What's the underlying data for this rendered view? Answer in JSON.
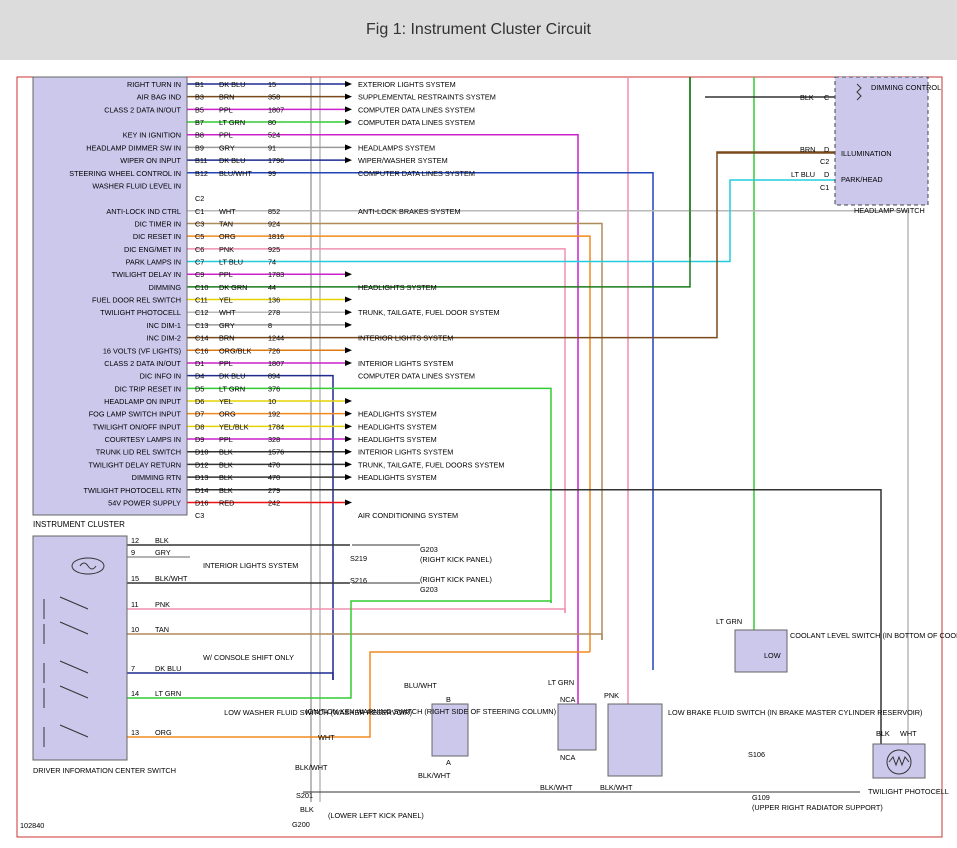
{
  "figure": {
    "title": "Fig 1: Instrument Cluster Circuit",
    "code": "102840"
  },
  "colors": {
    "DK BLU": "#1f2a8f",
    "BRN": "#7a4a1a",
    "PPL": "#cc22cc",
    "LT GRN": "#33cc33",
    "GRY": "#9a9a9a",
    "BLU/WHT": "#2244bb",
    "WHT": "#b8b8b8",
    "TAN": "#b08a5a",
    "ORG": "#f08a1e",
    "PNK": "#f090b0",
    "LT BLU": "#22ccdd",
    "DK GRN": "#1a7a1a",
    "YEL": "#e6d200",
    "ORG/BLK": "#e07a10",
    "YEL/BLK": "#e6d200",
    "BLK": "#333333",
    "RED": "#ee1111",
    "BLK/WHT": "#333333",
    "frame": "#cc3333"
  },
  "cluster": {
    "title": "INSTRUMENT CLUSTER",
    "pins": [
      {
        "name": "RIGHT TURN IN",
        "pin": "B1",
        "color": "DK BLU",
        "circuit": "15",
        "dest": "EXTERIOR LIGHTS SYSTEM"
      },
      {
        "name": "AIR BAG IND",
        "pin": "B3",
        "color": "BRN",
        "circuit": "358",
        "dest": "SUPPLEMENTAL RESTRAINTS SYSTEM"
      },
      {
        "name": "CLASS 2 DATA IN/OUT",
        "pin": "B5",
        "color": "PPL",
        "circuit": "1807",
        "dest": "COMPUTER DATA LINES SYSTEM"
      },
      {
        "name": "",
        "pin": "B7",
        "color": "LT GRN",
        "circuit": "80",
        "dest": "COMPUTER DATA LINES SYSTEM"
      },
      {
        "name": "KEY IN IGNITION",
        "pin": "B8",
        "color": "PPL",
        "circuit": "524",
        "dest": ""
      },
      {
        "name": "HEADLAMP DIMMER SW IN",
        "pin": "B9",
        "color": "GRY",
        "circuit": "91",
        "dest": "HEADLAMPS SYSTEM"
      },
      {
        "name": "WIPER ON INPUT",
        "pin": "B11",
        "color": "DK BLU",
        "circuit": "1796",
        "dest": "WIPER/WASHER SYSTEM"
      },
      {
        "name": "STEERING WHEEL CONTROL IN",
        "pin": "B12",
        "color": "BLU/WHT",
        "circuit": "99",
        "dest": "COMPUTER DATA LINES SYSTEM"
      },
      {
        "name": "WASHER FLUID LEVEL IN",
        "pin": "",
        "color": "",
        "circuit": "",
        "dest": ""
      },
      {
        "name": "",
        "pin": "C2",
        "color": "",
        "circuit": "",
        "dest": ""
      },
      {
        "name": "ANTI-LOCK IND CTRL",
        "pin": "C1",
        "color": "WHT",
        "circuit": "852",
        "dest": "ANTI-LOCK BRAKES SYSTEM"
      },
      {
        "name": "DIC TIMER IN",
        "pin": "C3",
        "color": "TAN",
        "circuit": "924",
        "dest": ""
      },
      {
        "name": "DIC RESET IN",
        "pin": "C5",
        "color": "ORG",
        "circuit": "1816",
        "dest": ""
      },
      {
        "name": "DIC ENG/MET IN",
        "pin": "C6",
        "color": "PNK",
        "circuit": "925",
        "dest": ""
      },
      {
        "name": "PARK LAMPS IN",
        "pin": "C7",
        "color": "LT BLU",
        "circuit": "74",
        "dest": ""
      },
      {
        "name": "TWILIGHT DELAY IN",
        "pin": "C9",
        "color": "PPL",
        "circuit": "1783",
        "dest": ""
      },
      {
        "name": "DIMMING",
        "pin": "C10",
        "color": "DK GRN",
        "circuit": "44",
        "dest": "HEADLIGHTS SYSTEM"
      },
      {
        "name": "FUEL DOOR REL SWITCH",
        "pin": "C11",
        "color": "YEL",
        "circuit": "136",
        "dest": ""
      },
      {
        "name": "TWILIGHT PHOTOCELL",
        "pin": "C12",
        "color": "WHT",
        "circuit": "278",
        "dest": "TRUNK, TAILGATE, FUEL DOOR SYSTEM"
      },
      {
        "name": "INC DIM-1",
        "pin": "C13",
        "color": "GRY",
        "circuit": "8",
        "dest": ""
      },
      {
        "name": "INC DIM-2",
        "pin": "C14",
        "color": "BRN",
        "circuit": "1244",
        "dest": "INTERIOR LIGHTS SYSTEM"
      },
      {
        "name": "16 VOLTS (VF LIGHTS)",
        "pin": "C16",
        "color": "ORG/BLK",
        "circuit": "726",
        "dest": ""
      },
      {
        "name": "CLASS 2 DATA IN/OUT",
        "pin": "D1",
        "color": "PPL",
        "circuit": "1807",
        "dest": "INTERIOR LIGHTS SYSTEM"
      },
      {
        "name": "DIC INFO IN",
        "pin": "D4",
        "color": "DK BLU",
        "circuit": "894",
        "dest": "COMPUTER DATA LINES SYSTEM"
      },
      {
        "name": "DIC TRIP RESET IN",
        "pin": "D5",
        "color": "LT GRN",
        "circuit": "376",
        "dest": ""
      },
      {
        "name": "HEADLAMP ON INPUT",
        "pin": "D6",
        "color": "YEL",
        "circuit": "10",
        "dest": ""
      },
      {
        "name": "FOG LAMP SWITCH INPUT",
        "pin": "D7",
        "color": "ORG",
        "circuit": "192",
        "dest": "HEADLIGHTS SYSTEM"
      },
      {
        "name": "TWILIGHT ON/OFF INPUT",
        "pin": "D8",
        "color": "YEL/BLK",
        "circuit": "1784",
        "dest": "HEADLIGHTS SYSTEM"
      },
      {
        "name": "COURTESY LAMPS IN",
        "pin": "D9",
        "color": "PPL",
        "circuit": "328",
        "dest": "HEADLIGHTS SYSTEM"
      },
      {
        "name": "TRUNK LID REL SWITCH",
        "pin": "D10",
        "color": "BLK",
        "circuit": "1576",
        "dest": "INTERIOR LIGHTS SYSTEM"
      },
      {
        "name": "TWILIGHT DELAY RETURN",
        "pin": "D12",
        "color": "BLK",
        "circuit": "470",
        "dest": "TRUNK, TAILGATE, FUEL DOORS SYSTEM"
      },
      {
        "name": "DIMMING RTN",
        "pin": "D13",
        "color": "BLK",
        "circuit": "470",
        "dest": "HEADLIGHTS SYSTEM"
      },
      {
        "name": "TWILIGHT PHOTOCELL RTN",
        "pin": "D14",
        "color": "BLK",
        "circuit": "279",
        "dest": ""
      },
      {
        "name": "54V POWER SUPPLY",
        "pin": "D16",
        "color": "RED",
        "circuit": "242",
        "dest": ""
      },
      {
        "name": "",
        "pin": "C3",
        "color": "",
        "circuit": "",
        "dest": "AIR CONDITIONING SYSTEM"
      }
    ]
  },
  "headlamp_switch": {
    "title": "HEADLAMP SWITCH",
    "dimming_control": "DIMMING CONTROL",
    "illumination": "ILLUMINATION",
    "park_head": "PARK/HEAD",
    "wires": [
      {
        "color": "BLK",
        "pin": "C"
      },
      {
        "color": "BRN",
        "pin": "D"
      },
      {
        "color": "",
        "pin": "C2"
      },
      {
        "color": "LT BLU",
        "pin": "D"
      },
      {
        "color": "",
        "pin": "C1"
      }
    ]
  },
  "dic_switch": {
    "title": "DRIVER INFORMATION CENTER SWITCH",
    "wires": [
      {
        "pin": "12",
        "color": "BLK"
      },
      {
        "pin": "9",
        "color": "GRY"
      },
      {
        "pin": "15",
        "color": "BLK/WHT"
      },
      {
        "pin": "11",
        "color": "PNK"
      },
      {
        "pin": "10",
        "color": "TAN"
      },
      {
        "pin": "7",
        "color": "DK BLU"
      },
      {
        "pin": "14",
        "color": "LT GRN"
      },
      {
        "pin": "13",
        "color": "ORG"
      }
    ],
    "interior_lights": "INTERIOR LIGHTS SYSTEM",
    "console_note": "W/ CONSOLE SHIFT ONLY"
  },
  "splices": {
    "s219": "S219",
    "s216": "S216",
    "s201": "S201",
    "s106": "S106",
    "g203_a": "G203",
    "g203_b": "G203",
    "g203_note": "(RIGHT KICK PANEL)",
    "g200": "G200",
    "g200_note": "(LOWER LEFT KICK PANEL)",
    "g109": "G109",
    "g109_note": "(UPPER RIGHT RADIATOR SUPPORT)"
  },
  "components": {
    "washer": {
      "title": "LOW WASHER FLUID SWITCH (WASHER RESERVOIR)",
      "wire_in": "BLU/WHT",
      "pin_in": "B",
      "pin_out": "A",
      "wire_out": "BLK/WHT"
    },
    "ignition": {
      "title": "IGNITION KEY WARNING SWITCH (RIGHT SIDE OF STEERING COLUMN)",
      "wire": "LT GRN",
      "nca_top": "NCA",
      "nca_bot": "NCA"
    },
    "brake": {
      "title": "LOW BRAKE FLUID SWITCH (IN BRAKE MASTER CYLINDER RESERVOIR)",
      "wire": "PNK"
    },
    "coolant": {
      "title": "COOLANT LEVEL SWITCH (IN BOTTOM OF COOLANT SURGE TANK)",
      "wire": "LT GRN",
      "low": "LOW",
      "wire_out": "BLK"
    },
    "photocell": {
      "title": "TWILIGHT PHOTOCELL",
      "wire_a": "BLK",
      "wire_b": "WHT"
    }
  },
  "misc": {
    "blk_wht": "BLK/WHT",
    "blk": "BLK",
    "wht": "WHT"
  }
}
